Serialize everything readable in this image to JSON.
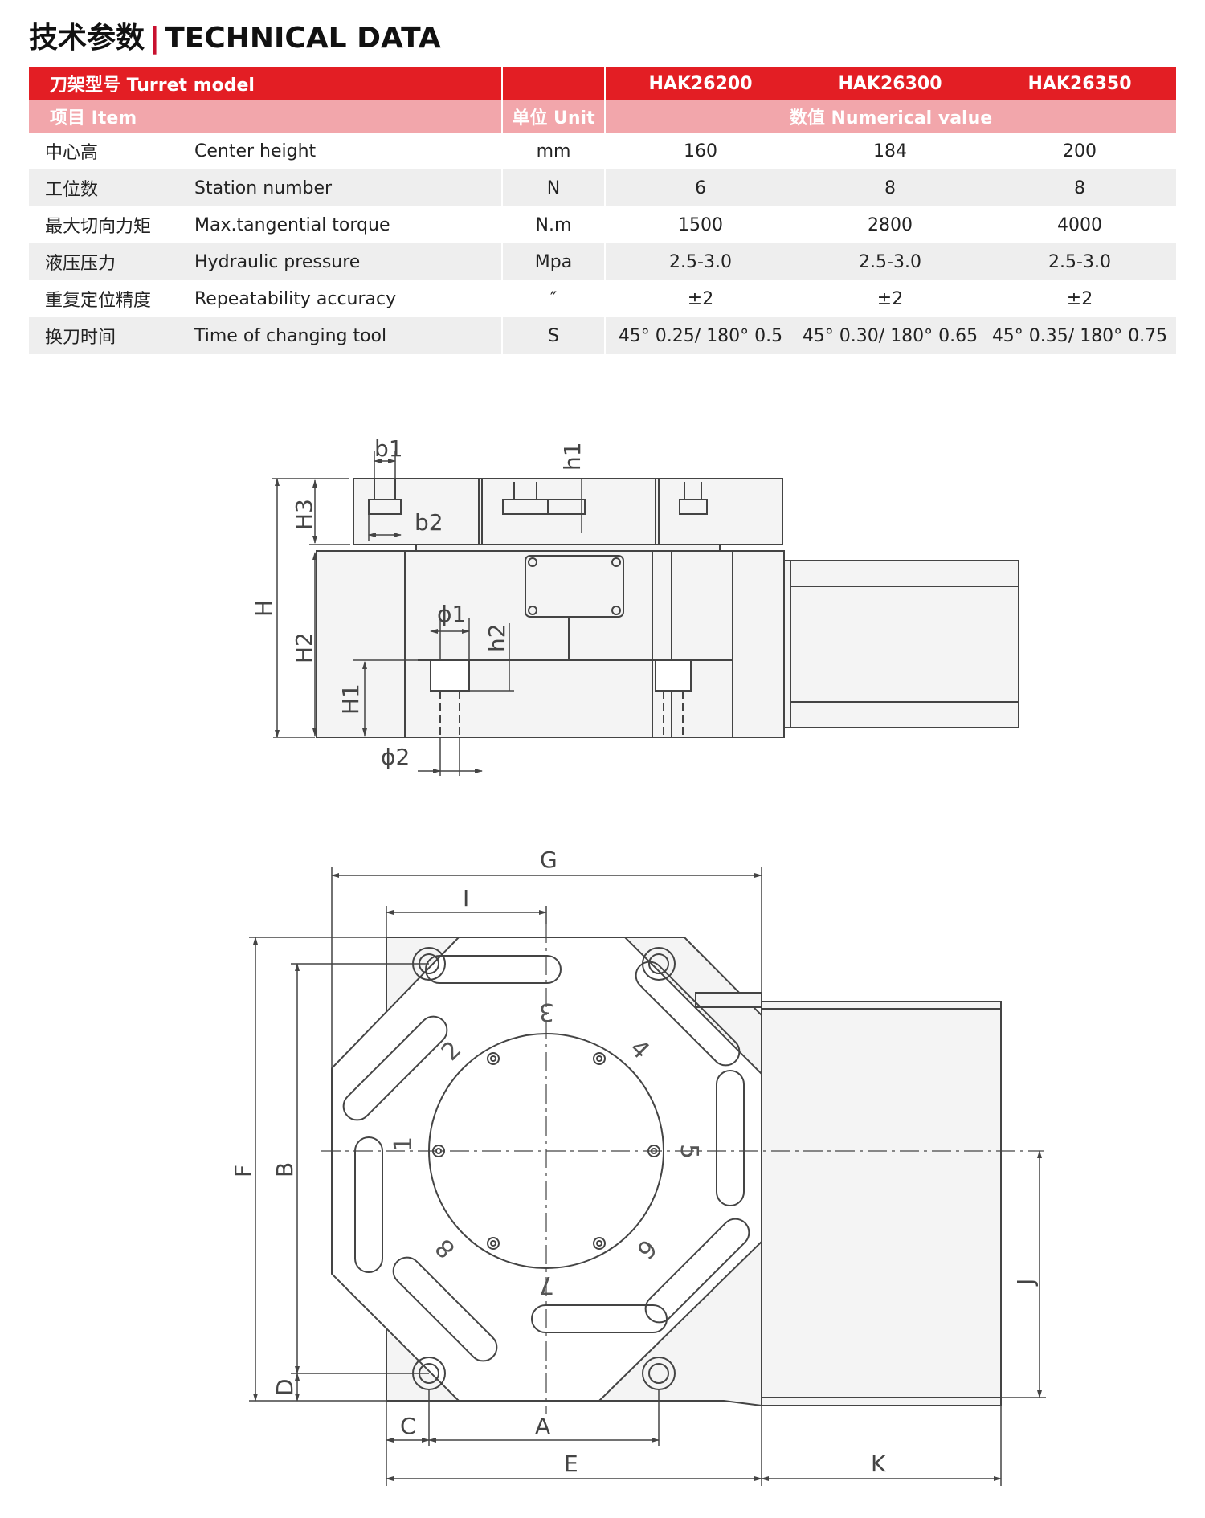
{
  "title": {
    "zh": "技术参数",
    "separator": "|",
    "en": "TECHNICAL DATA"
  },
  "table": {
    "header_model_label": "刀架型号 Turret model",
    "models": [
      "HAK26200",
      "HAK26300",
      "HAK26350"
    ],
    "header_item_label": "项目 Item",
    "header_unit_label": "单位 Unit",
    "header_value_label": "数值 Numerical value",
    "rows": [
      {
        "zh": "中心高",
        "en": "Center height",
        "unit": "mm",
        "values": [
          "160",
          "184",
          "200"
        ]
      },
      {
        "zh": "工位数",
        "en": "Station number",
        "unit": "N",
        "values": [
          "6",
          "8",
          "8"
        ]
      },
      {
        "zh": "最大切向力矩",
        "en": "Max.tangential torque",
        "unit": "N.m",
        "values": [
          "1500",
          "2800",
          "4000"
        ]
      },
      {
        "zh": "液压压力",
        "en": "Hydraulic pressure",
        "unit": "Mpa",
        "values": [
          "2.5-3.0",
          "2.5-3.0",
          "2.5-3.0"
        ]
      },
      {
        "zh": "重复定位精度",
        "en": "Repeatability accuracy",
        "unit": "″",
        "values": [
          "±2",
          "±2",
          "±2"
        ]
      },
      {
        "zh": "换刀时间",
        "en": "Time of changing tool",
        "unit": "S",
        "values": [
          "45° 0.25/ 180° 0.5",
          "45° 0.30/ 180° 0.65",
          "45° 0.35/ 180° 0.75"
        ]
      }
    ]
  },
  "colors": {
    "header_red": "#e31e24",
    "header_pink": "#f2a6ab",
    "row_grey": "#eeeeee"
  },
  "side_view": {
    "labels": {
      "b1": "b1",
      "h1": "h1",
      "h3": "H3",
      "b2": "b2",
      "H": "H",
      "H2": "H2",
      "phi1": "ϕ1",
      "h2": "h2",
      "H1": "H1",
      "phi2": "ϕ2"
    }
  },
  "top_view": {
    "labels": {
      "G": "G",
      "I": "I",
      "F": "F",
      "B": "B",
      "D": "D",
      "C": "C",
      "A": "A",
      "E": "E",
      "K": "K",
      "J": "J"
    },
    "stations": [
      "1",
      "2",
      "3",
      "4",
      "5",
      "6",
      "7",
      "8"
    ]
  }
}
